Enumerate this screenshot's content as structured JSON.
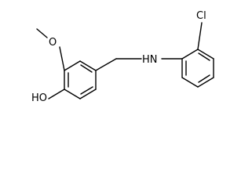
{
  "molecule": {
    "atoms": {
      "oh": "HO",
      "methoxy_o": "O",
      "nh": "HN",
      "cl": "Cl"
    },
    "colors": {
      "bond": "#000000",
      "label": "#000000",
      "background": "#ffffff"
    }
  }
}
